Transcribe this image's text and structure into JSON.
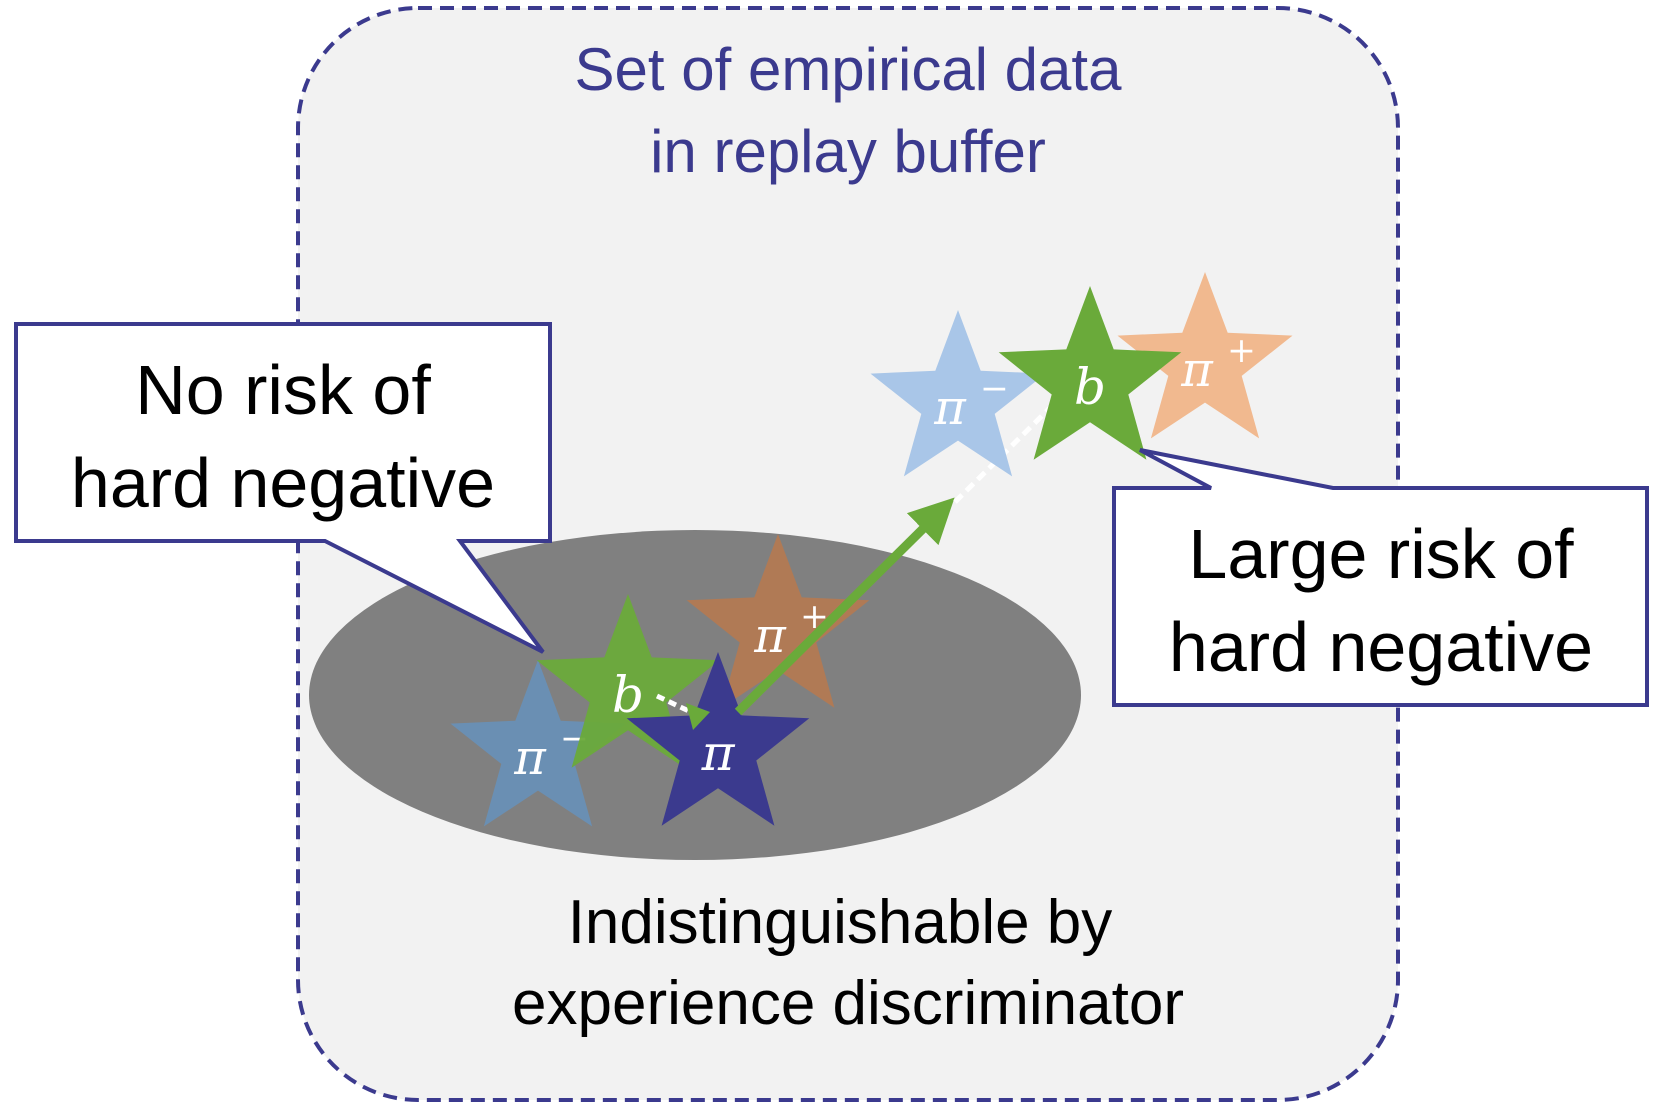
{
  "colors": {
    "dash_border": "#3b3a8e",
    "panel_fill": "#f2f2f2",
    "ellipse_fill": "#808080",
    "star_pi": "#3b3a8e",
    "star_b": "#6aaa3a",
    "star_pi_minus_inside": "#6a8fb3",
    "star_pi_plus_inside": "#b07a55",
    "star_pi_minus_outside": "#a9c6e8",
    "star_pi_plus_outside": "#f1b98f",
    "arrow": "#6aaa3a",
    "callout_border": "#3b3a8e"
  },
  "panel": {
    "title_line1": "Set of empirical data",
    "title_line2": "in replay buffer"
  },
  "region": {
    "label_line1": "Indistinguishable by",
    "label_line2": "experience discriminator"
  },
  "callouts": {
    "left_line1": "No risk of",
    "left_line2": "hard negative",
    "right_line1": "Large risk of",
    "right_line2": "hard negative"
  },
  "stars": {
    "inside": {
      "pi_minus": {
        "base": "π",
        "sup": "−"
      },
      "b": {
        "base": "b"
      },
      "pi_plus": {
        "base": "π",
        "sup": "+"
      },
      "pi": {
        "base": "π"
      }
    },
    "outside": {
      "pi_minus": {
        "base": "π",
        "sup": "−"
      },
      "b": {
        "base": "b"
      },
      "pi_plus": {
        "base": "π",
        "sup": "+"
      }
    }
  }
}
